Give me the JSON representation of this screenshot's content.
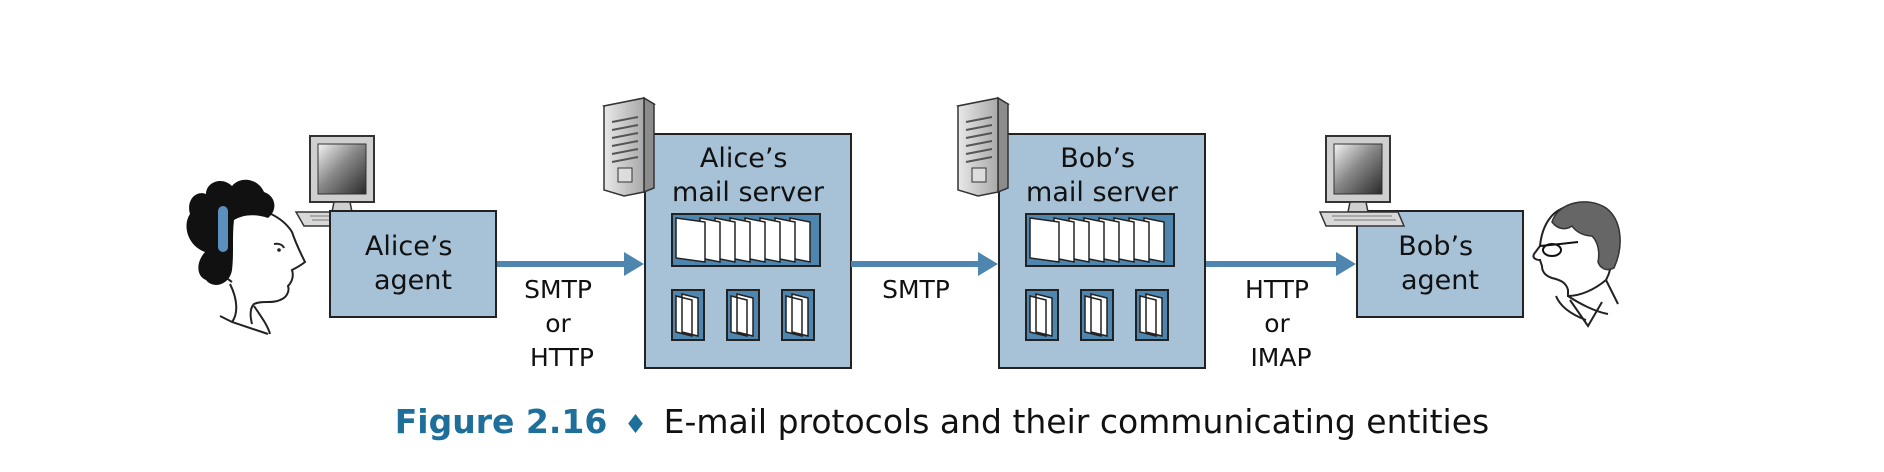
{
  "diagram": {
    "alice_agent": {
      "lines": [
        "Alice’s",
        "agent"
      ]
    },
    "alice_server": {
      "lines": [
        "Alice’s",
        "mail server"
      ]
    },
    "bob_server": {
      "lines": [
        "Bob’s",
        "mail server"
      ]
    },
    "bob_agent": {
      "lines": [
        "Bob’s",
        "agent"
      ]
    },
    "protocol_1": {
      "lines": [
        "SMTP",
        "or",
        "HTTP"
      ]
    },
    "protocol_2": {
      "lines": [
        "SMTP"
      ]
    },
    "protocol_3": {
      "lines": [
        "HTTP",
        "or",
        "IMAP"
      ]
    }
  },
  "caption": {
    "figure_number": "Figure 2.16",
    "separator": "♦",
    "text": "E-mail protocols and their communicating entities"
  },
  "colors": {
    "box_fill": "#a7c1d6",
    "arrow": "#4f86b0",
    "figure_number": "#1e6f99"
  }
}
